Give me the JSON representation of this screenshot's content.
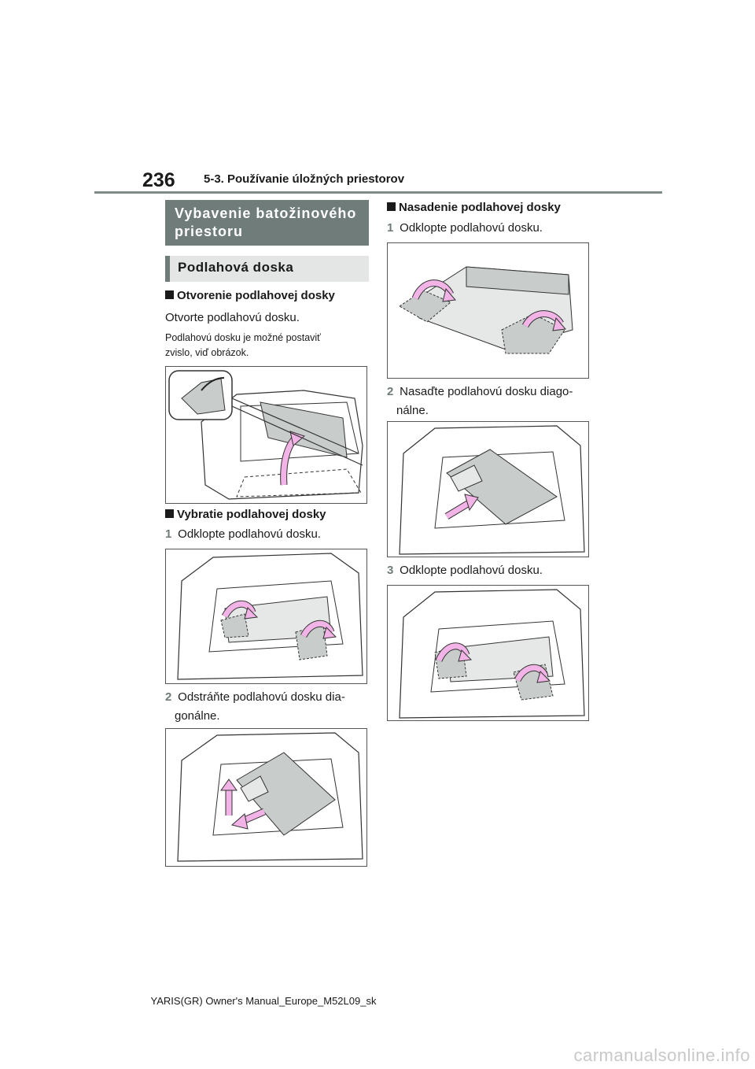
{
  "header": {
    "page_number": "236",
    "section_title": "5-3. Používanie úložných priestorov"
  },
  "section": {
    "title_line1": "Vybavenie batožinového",
    "title_line2": "priestoru",
    "subsection": "Podlahová doska"
  },
  "left": {
    "open_heading": "Otvorenie podlahovej dosky",
    "open_text": "Otvorte podlahovú dosku.",
    "open_note_line1": "Podlahovú dosku je možné postaviť",
    "open_note_line2": "zvislo, viď obrázok.",
    "remove_heading": "Vybratie podlahovej dosky",
    "remove_step1_num": "1",
    "remove_step1": "Odklopte podlahovú dosku.",
    "remove_step2_num": "2",
    "remove_step2_line1": "Odstráňte podlahovú dosku dia-",
    "remove_step2_line2": "gonálne."
  },
  "right": {
    "install_heading": "Nasadenie podlahovej dosky",
    "install_step1_num": "1",
    "install_step1": "Odklopte podlahovú dosku.",
    "install_step2_num": "2",
    "install_step2_line1": "Nasaďte podlahovú dosku diago-",
    "install_step2_line2": "nálne.",
    "install_step3_num": "3",
    "install_step3": "Odklopte podlahovú dosku."
  },
  "footer": {
    "text": "YARIS(GR) Owner's Manual_Europe_M52L09_sk"
  },
  "watermark": "carmanualsonline.info",
  "colors": {
    "accent_gray": "#6f7c7a",
    "arrow_pink": "#f2b3e6",
    "board_gray": "#c8cccb"
  }
}
